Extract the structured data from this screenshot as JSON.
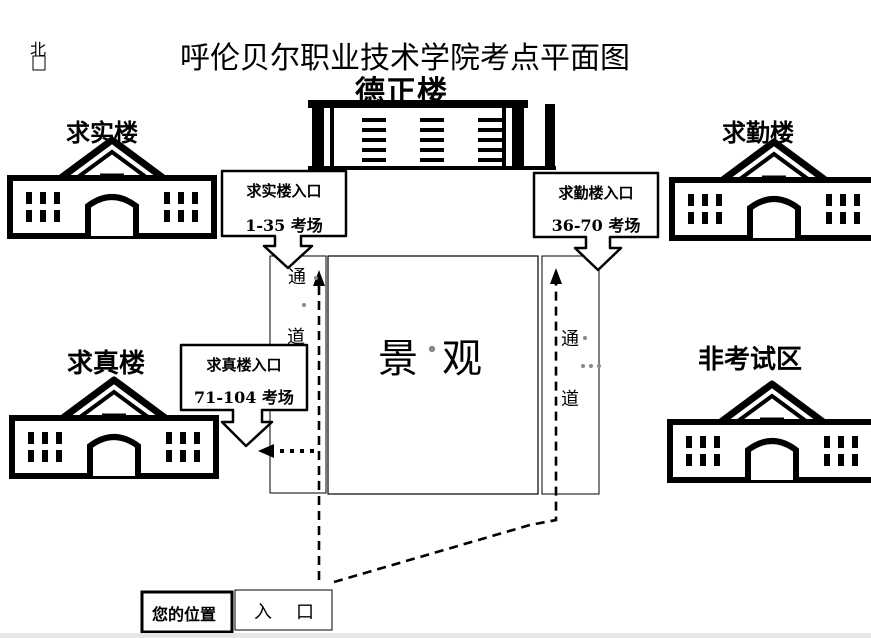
{
  "title": "呼伦贝尔职业技术学院考点平面图",
  "compass": "北",
  "buildings": {
    "main": "德正楼",
    "qiushi": "求实楼",
    "qiuqin": "求勤楼",
    "qiuzhen": "求真楼",
    "nonexam": "非考试区"
  },
  "entrances": {
    "qiushi": {
      "name": "求实楼入口",
      "rooms": "1-35 考场"
    },
    "qiuqin": {
      "name": "求勤楼入口",
      "rooms": "36-70 考场"
    },
    "qiuzhen": {
      "name": "求真楼入口",
      "rooms": "71-104 考场"
    }
  },
  "passage_left": [
    "通",
    "道"
  ],
  "passage_right": [
    "通",
    "道"
  ],
  "landscape": [
    "景",
    "观"
  ],
  "gate": [
    "入",
    "口"
  ],
  "you_are_here": "您的位置"
}
